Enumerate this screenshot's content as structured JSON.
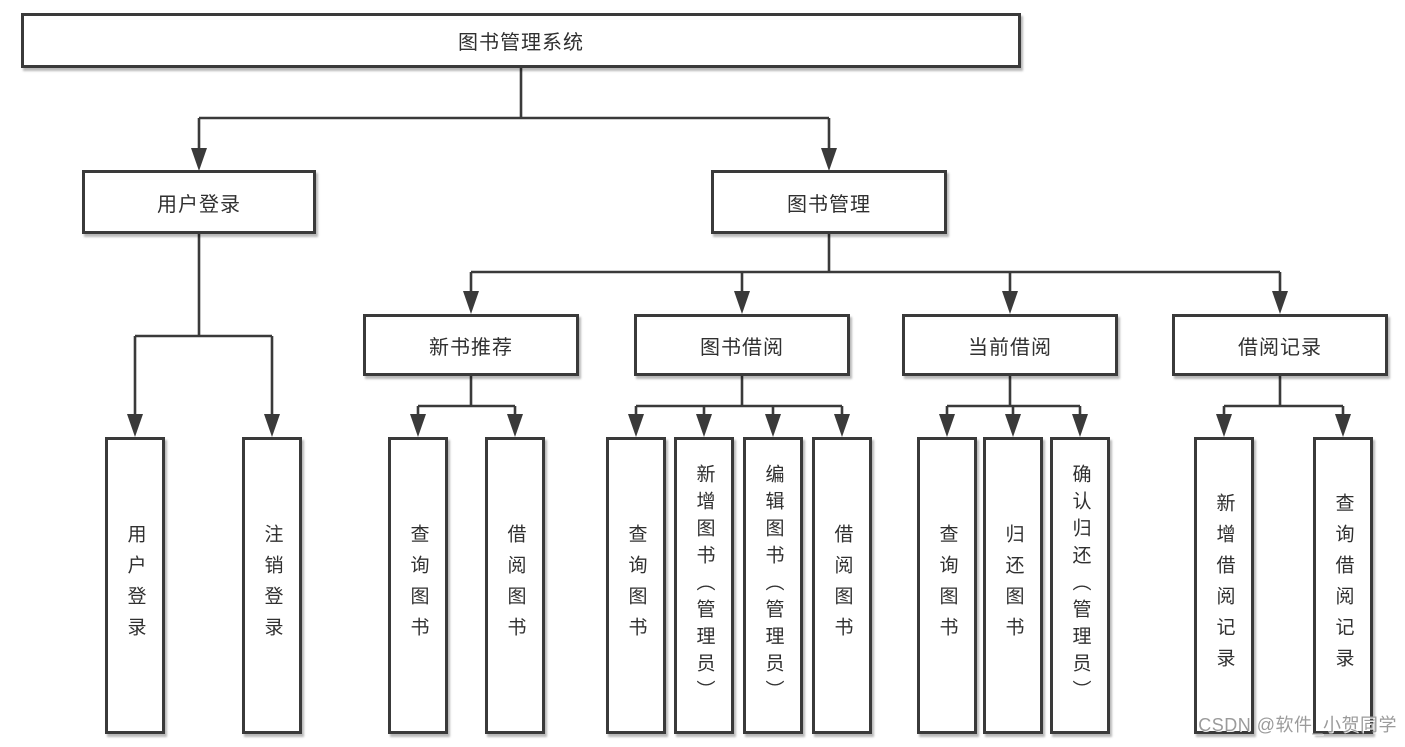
{
  "title": "图书管理系统",
  "watermark": "CSDN @软件_小贺同学",
  "colors": {
    "line": "#3a3a3a",
    "text": "#303030",
    "background": "#ffffff",
    "watermark": "#9b9b9b"
  },
  "nodes": {
    "root": {
      "label": "图书管理系统"
    },
    "level2": [
      {
        "label": "用户登录"
      },
      {
        "label": "图书管理"
      }
    ],
    "level3": [
      {
        "label": "新书推荐"
      },
      {
        "label": "图书借阅"
      },
      {
        "label": "当前借阅"
      },
      {
        "label": "借阅记录"
      }
    ],
    "leaves": [
      {
        "label": "用户登录"
      },
      {
        "label": "注销登录"
      },
      {
        "label": "查询图书"
      },
      {
        "label": "借阅图书"
      },
      {
        "label": "查询图书"
      },
      {
        "label": "新增图书（管理员）"
      },
      {
        "label": "编辑图书（管理员）"
      },
      {
        "label": "借阅图书"
      },
      {
        "label": "查询图书"
      },
      {
        "label": "归还图书"
      },
      {
        "label": "确认归还（管理员）"
      },
      {
        "label": "新增借阅记录"
      },
      {
        "label": "查询借阅记录"
      }
    ]
  }
}
